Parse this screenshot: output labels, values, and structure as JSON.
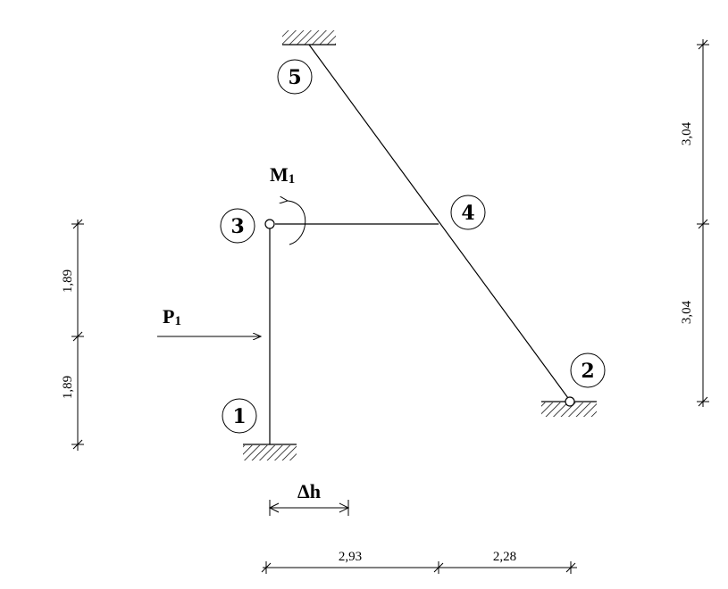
{
  "nodes": [
    "5",
    "3",
    "4",
    "2",
    "1"
  ],
  "loads": {
    "moment": {
      "letter": "M",
      "index": "1"
    },
    "force": {
      "letter": "P",
      "index": "1"
    },
    "offset": {
      "symbol": "Δ",
      "letter": "h"
    }
  },
  "dimensions": {
    "left_upper": "1,89",
    "left_lower": "1,89",
    "right_upper": "3,04",
    "right_lower": "3,04",
    "bottom_left": "2,93",
    "bottom_right": "2,28"
  }
}
